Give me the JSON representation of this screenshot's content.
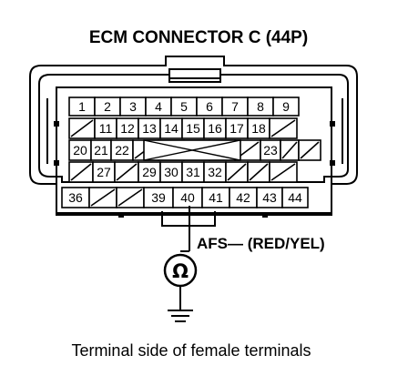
{
  "title": "ECM CONNECTOR C (44P)",
  "caption": "Terminal side of female terminals",
  "probe_label": "AFS— (RED/YEL)",
  "meter_symbol": "Ω",
  "connector": {
    "rows": [
      [
        "1",
        "2",
        "3",
        "4",
        "5",
        "6",
        "7",
        "8",
        "9"
      ],
      [
        "",
        "11",
        "12",
        "13",
        "14",
        "15",
        "16",
        "17",
        "18",
        ""
      ],
      [
        "20",
        "21",
        "22",
        "",
        "",
        "",
        "",
        "",
        "23",
        "",
        ""
      ],
      [
        "",
        "27",
        "",
        "29",
        "30",
        "31",
        "32",
        "",
        "",
        ""
      ],
      [
        "36",
        "",
        "",
        "39",
        "40",
        "41",
        "42",
        "43",
        "44"
      ]
    ]
  },
  "highlighted_pin": "40"
}
